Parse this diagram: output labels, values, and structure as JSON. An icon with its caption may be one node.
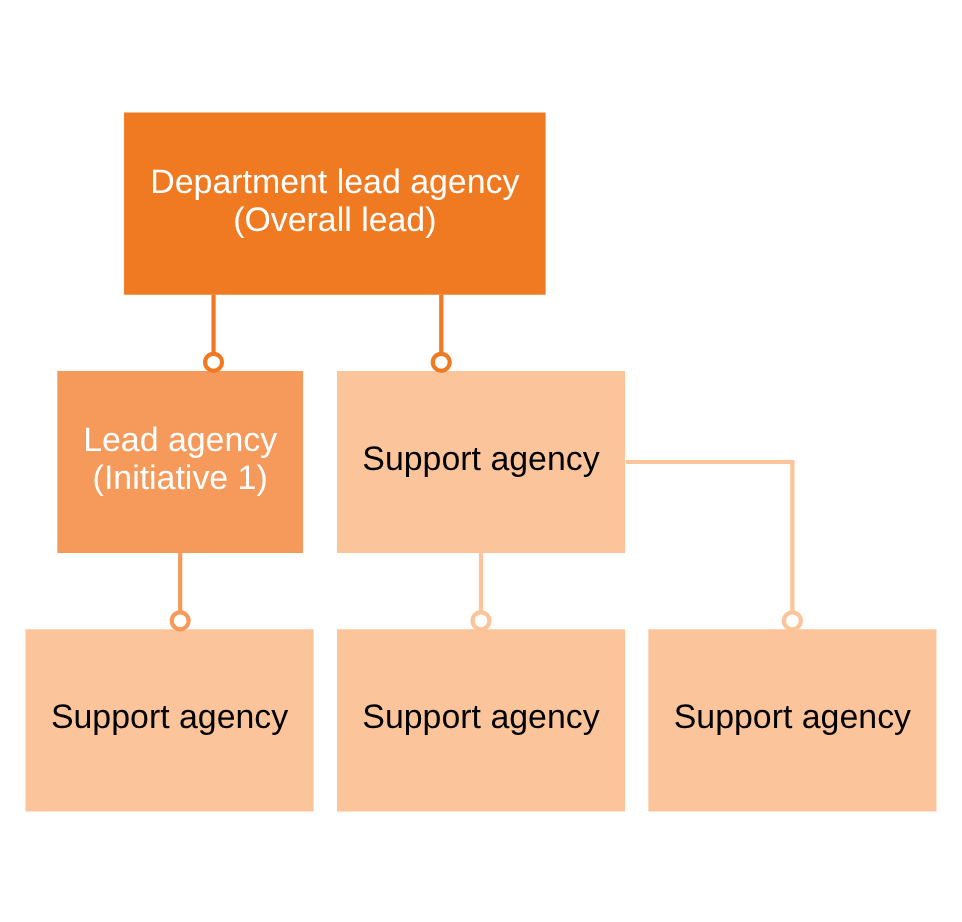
{
  "diagram": {
    "nodes": [
      {
        "text": [
          "Department lead agency",
          "(Overall lead)"
        ]
      },
      {
        "text": [
          "Lead agency",
          "(Initiative 1)"
        ]
      },
      {
        "text": [
          "Support agency"
        ]
      },
      {
        "text": [
          "Support agency"
        ]
      },
      {
        "text": [
          "Support agency"
        ]
      },
      {
        "text": [
          "Support agency"
        ]
      }
    ],
    "edges": [
      {
        "from": 0,
        "to": 1,
        "arrow": "other",
        "color": "#f07a22"
      },
      {
        "from": 0,
        "to": 2,
        "arrow": "other",
        "color": "#f07a22"
      },
      {
        "from": 1,
        "to": 3,
        "arrow": "other",
        "color": "#f59a5a"
      },
      {
        "from": 2,
        "to": 4,
        "arrow": "other",
        "color": "#fcc49a"
      },
      {
        "from": 2,
        "to": 5,
        "arrow": "other",
        "color": "#fcc49a"
      }
    ]
  }
}
